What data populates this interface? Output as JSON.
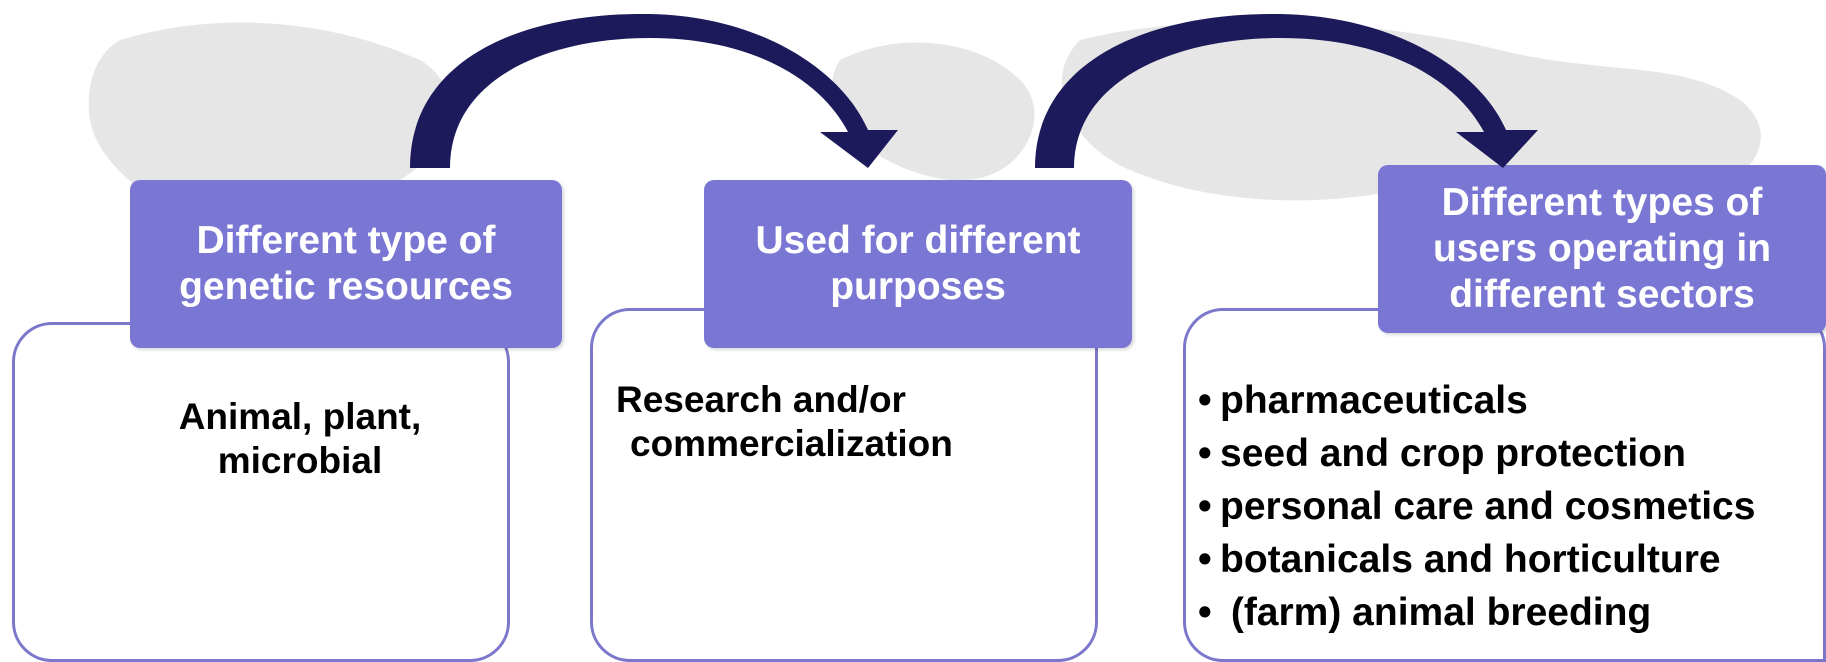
{
  "colors": {
    "header_fill": "#7a76d4",
    "box_border": "#7b78cc",
    "arrow": "#1c1a5a",
    "map": "#dcdcdc"
  },
  "boxes": [
    {
      "header": [
        "Different type of",
        "genetic resources"
      ],
      "body": [
        "Animal, plant,",
        "microbial"
      ]
    },
    {
      "header": [
        "Used for different",
        "purposes"
      ],
      "body": [
        "Research and/or",
        "commercialization"
      ]
    },
    {
      "header": [
        "Different types of",
        "users operating in",
        "different sectors"
      ],
      "bullets": [
        "pharmaceuticals",
        "seed and crop protection",
        "personal care and cosmetics",
        "botanicals and horticulture",
        " (farm) animal breeding"
      ]
    }
  ],
  "bullet_glyph": "•"
}
